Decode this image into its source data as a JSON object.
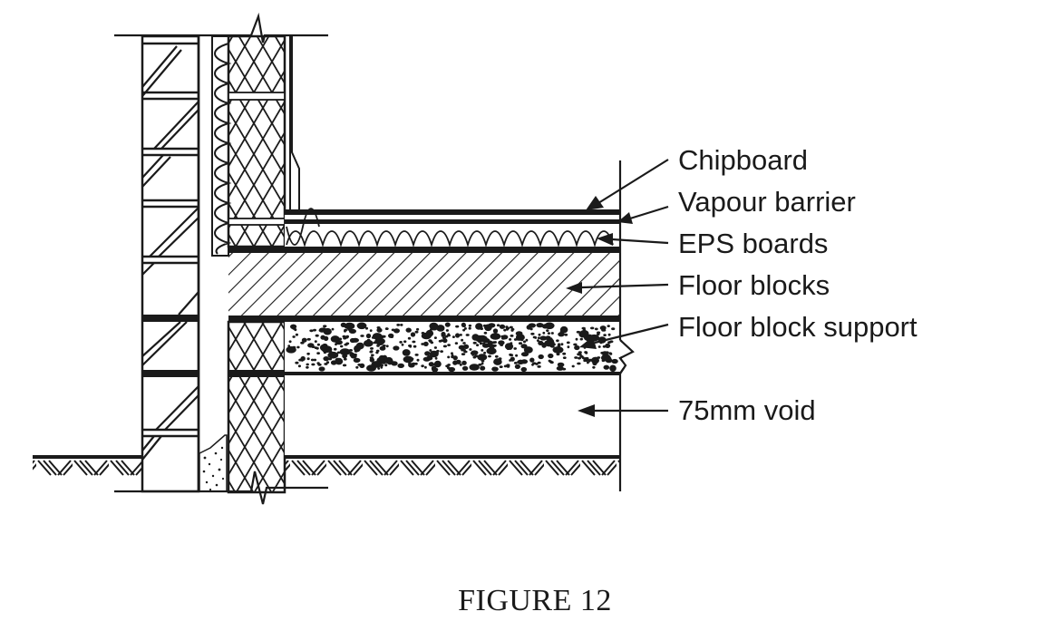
{
  "figure": {
    "caption": "FIGURE 12",
    "description": "Cross-section of a suspended concrete floor (beam and block) at an external cavity wall"
  },
  "labels": [
    {
      "id": "chipboard",
      "text": "Chipboard"
    },
    {
      "id": "vapour-barrier",
      "text": "Vapour barrier"
    },
    {
      "id": "eps-boards",
      "text": "EPS boards"
    },
    {
      "id": "floor-blocks",
      "text": "Floor blocks"
    },
    {
      "id": "floor-block-support",
      "text": "Floor block support"
    },
    {
      "id": "void",
      "text": "75mm void"
    }
  ],
  "colors": {
    "ink": "#1a1a1a",
    "paper": "#ffffff"
  }
}
